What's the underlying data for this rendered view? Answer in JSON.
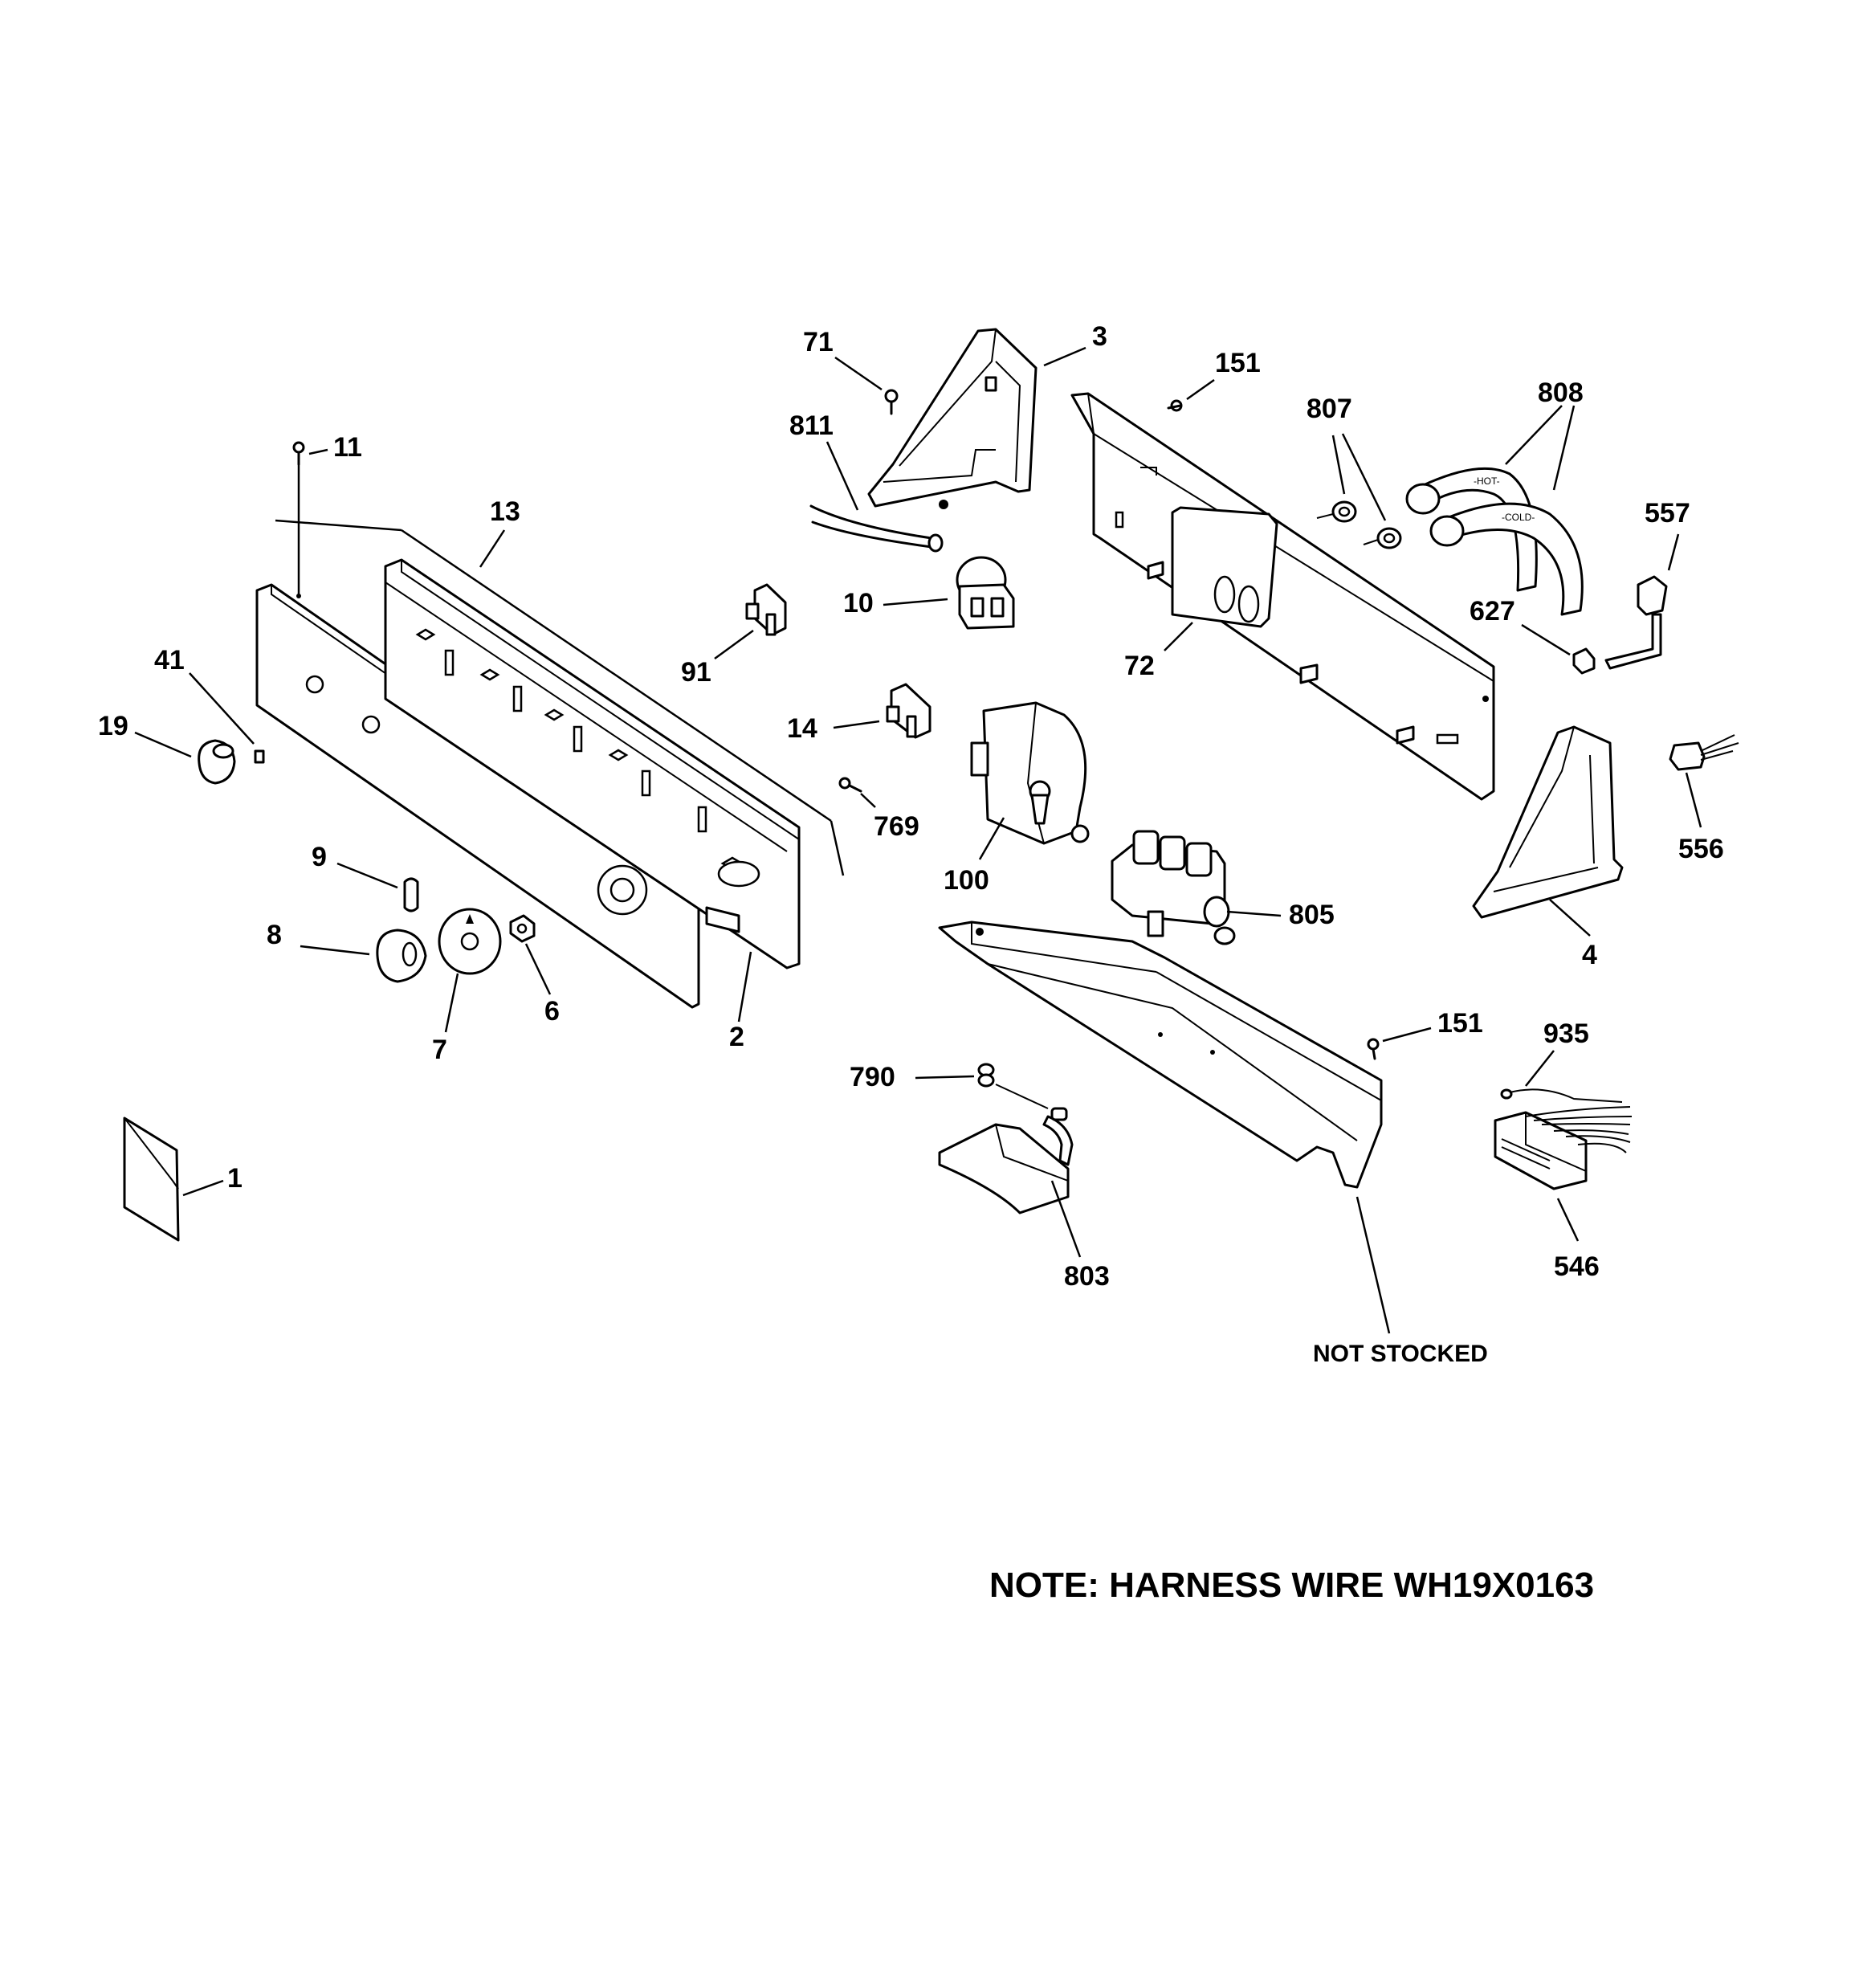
{
  "callouts": {
    "c1": "1",
    "c2": "2",
    "c3": "3",
    "c4": "4",
    "c6": "6",
    "c7": "7",
    "c8": "8",
    "c9": "9",
    "c10": "10",
    "c11": "11",
    "c13": "13",
    "c14": "14",
    "c19": "19",
    "c41": "41",
    "c71": "71",
    "c72": "72",
    "c91": "91",
    "c100": "100",
    "c151a": "151",
    "c151b": "151",
    "c546": "546",
    "c556": "556",
    "c557": "557",
    "c627": "627",
    "c769": "769",
    "c790": "790",
    "c803": "803",
    "c805": "805",
    "c807": "807",
    "c808": "808",
    "c811": "811",
    "c935": "935"
  },
  "hose_labels": {
    "hot": "-HOT-",
    "cold": "-COLD-"
  },
  "not_stocked": "NOT STOCKED",
  "note": "NOTE: HARNESS WIRE WH19X0163"
}
